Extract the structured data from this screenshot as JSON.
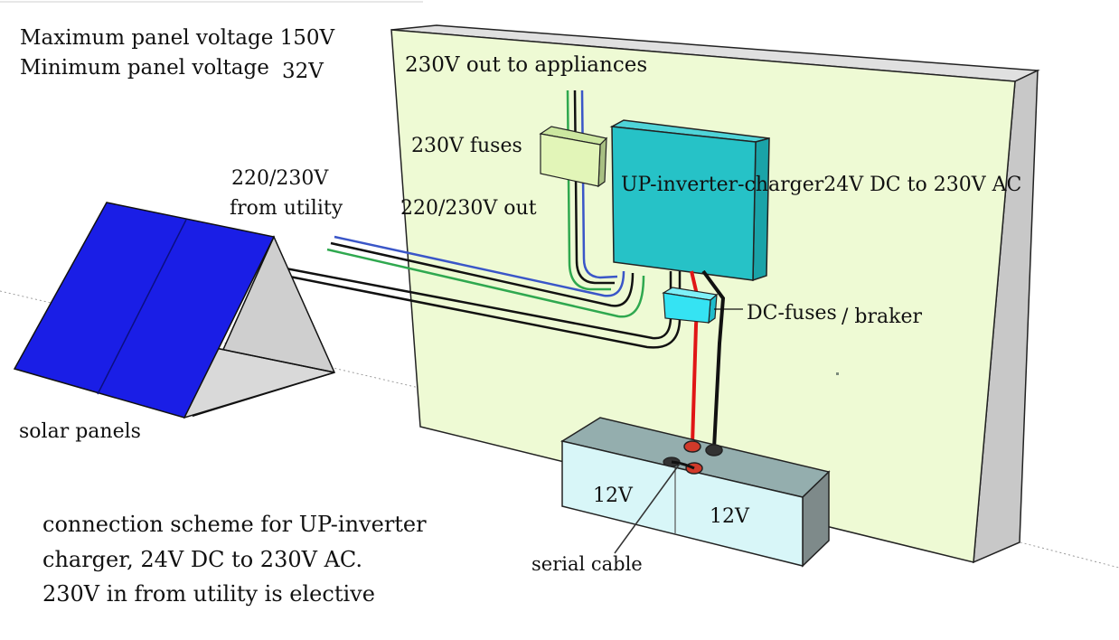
{
  "header_lines": {
    "max_voltage": "Maximum panel voltage 150V",
    "min_voltage": "Minimum panel voltage",
    "min_voltage_value": "32V"
  },
  "labels": {
    "out_to_appliances": "230V out to appliances",
    "fuses_230v": "230V fuses",
    "from_utility_line1": "220/230V",
    "from_utility_line2": "from utility",
    "out_220_230": "220/230V out",
    "inverter": "UP-inverter-charger24V DC to 230V AC",
    "dc_fuses": "DC-fuses",
    "braker": "/ braker",
    "solar_panels": "solar panels",
    "battery_left": "12V",
    "battery_right": "12V",
    "serial_cable": "serial cable"
  },
  "caption": {
    "line1": "connection scheme for UP-inverter",
    "line2": "charger, 24V DC to 230V AC.",
    "line3": "230V in from utility is elective"
  },
  "colors": {
    "wall_face": "#eefad4",
    "wall_side": "#c8c8c8",
    "inverter_front": "#26c2c7",
    "inverter_side": "#1aa3a8",
    "fuse_box": "#e2f5b8",
    "dc_fuse": "#35e3f3",
    "battery_front": "#d8f6f8",
    "battery_top": "#94aeae",
    "battery_side": "#7e8a8a",
    "solar_panel": "#1a1ee6",
    "solar_side": "#cccccc",
    "wire_blue": "#3a56c8",
    "wire_green": "#2fa84f",
    "wire_black": "#111111",
    "wire_red": "#e01616"
  }
}
